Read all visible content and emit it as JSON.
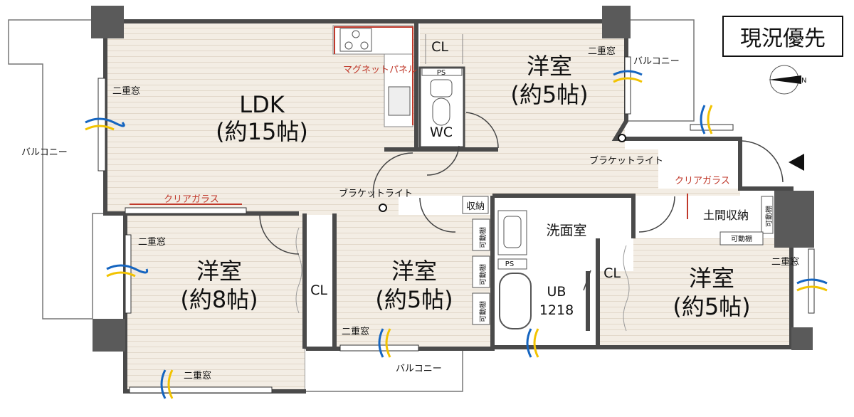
{
  "badge": "現況優先",
  "rooms": {
    "ldk_name": "LDK",
    "ldk_size": "(約15帖)",
    "western_name": "洋室",
    "w1_size": "(約5帖)",
    "w2_size": "(約8帖)",
    "w3_size": "(約5帖)",
    "w4_size": "(約5帖)",
    "wc": "WC",
    "washroom": "洗面室",
    "ub": "UB",
    "ub_model": "1218",
    "storage": "収納",
    "doma": "土間収納"
  },
  "labels": {
    "cl": "CL",
    "ps": "PS",
    "double_window": "二重窓",
    "balcony": "バルコニー",
    "bracket_light": "ブラケットライト",
    "clear_glass": "クリアガラス",
    "magnet_panel": "マグネットパネル",
    "movable_shelf": "可動棚"
  },
  "colors": {
    "wall": "#4a4a4a",
    "floor": "#f1ebe2",
    "accent_red": "#c0392b",
    "wind_blue": "#1565c0",
    "wind_yellow": "#f2c300"
  }
}
